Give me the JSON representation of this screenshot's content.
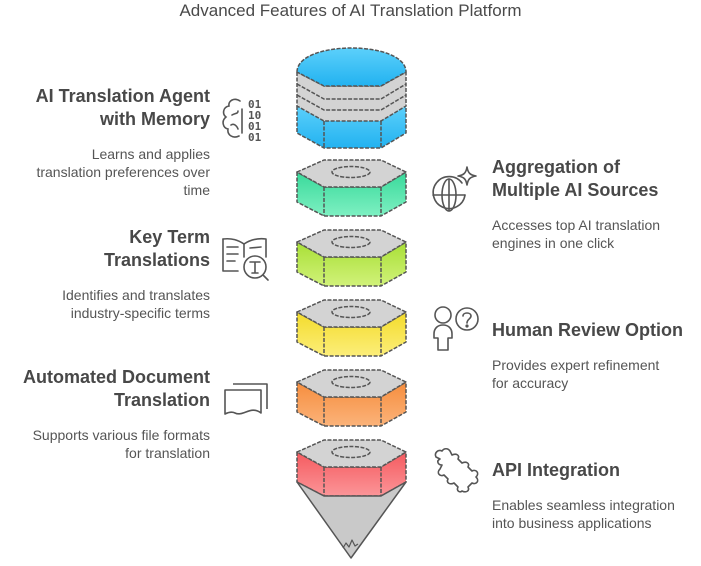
{
  "title": "Advanced Features of AI Translation Platform",
  "colors": {
    "segment_top": "#29b8f3",
    "segment_green": "#3fe0a3",
    "segment_lime": "#b6e845",
    "segment_yellow": "#f7e23a",
    "segment_orange": "#f99a4c",
    "segment_red": "#f86a6e",
    "cap_gray": "#d3d3d3",
    "outline": "#555555"
  },
  "features": [
    {
      "side": "left",
      "icon": "brain-binary-icon",
      "title": "AI Translation Agent with Memory",
      "title_lines": [
        "AI Translation Agent",
        "with Memory"
      ],
      "description": "Learns and applies translation preferences over time",
      "desc_lines": [
        "Learns and applies",
        "translation preferences over",
        "time"
      ]
    },
    {
      "side": "right",
      "icon": "globe-sparkle-icon",
      "title": "Aggregation of Multiple AI Sources",
      "title_lines": [
        "Aggregation of",
        "Multiple AI Sources"
      ],
      "description": "Accesses top AI translation engines in one click",
      "desc_lines": [
        "Accesses top AI translation",
        "engines in one click"
      ]
    },
    {
      "side": "left",
      "icon": "book-search-icon",
      "title": "Key Term Translations",
      "title_lines": [
        "Key Term",
        "Translations"
      ],
      "description": "Identifies and translates industry-specific terms",
      "desc_lines": [
        "Identifies and translates",
        "industry-specific terms"
      ]
    },
    {
      "side": "right",
      "icon": "person-question-icon",
      "title": "Human Review Option",
      "title_lines": [
        "Human Review Option"
      ],
      "description": "Provides expert refinement for accuracy",
      "desc_lines": [
        "Provides expert refinement",
        "for accuracy"
      ]
    },
    {
      "side": "left",
      "icon": "documents-icon",
      "title": "Automated Document Translation",
      "title_lines": [
        "Automated Document",
        "Translation"
      ],
      "description": "Supports various file formats for translation",
      "desc_lines": [
        "Supports various file formats",
        "for translation"
      ]
    },
    {
      "side": "right",
      "icon": "puzzle-icon",
      "title": "API Integration",
      "title_lines": [
        "API Integration"
      ],
      "description": "Enables seamless integration into business applications",
      "desc_lines": [
        "Enables seamless integration",
        "into business applications"
      ]
    }
  ]
}
